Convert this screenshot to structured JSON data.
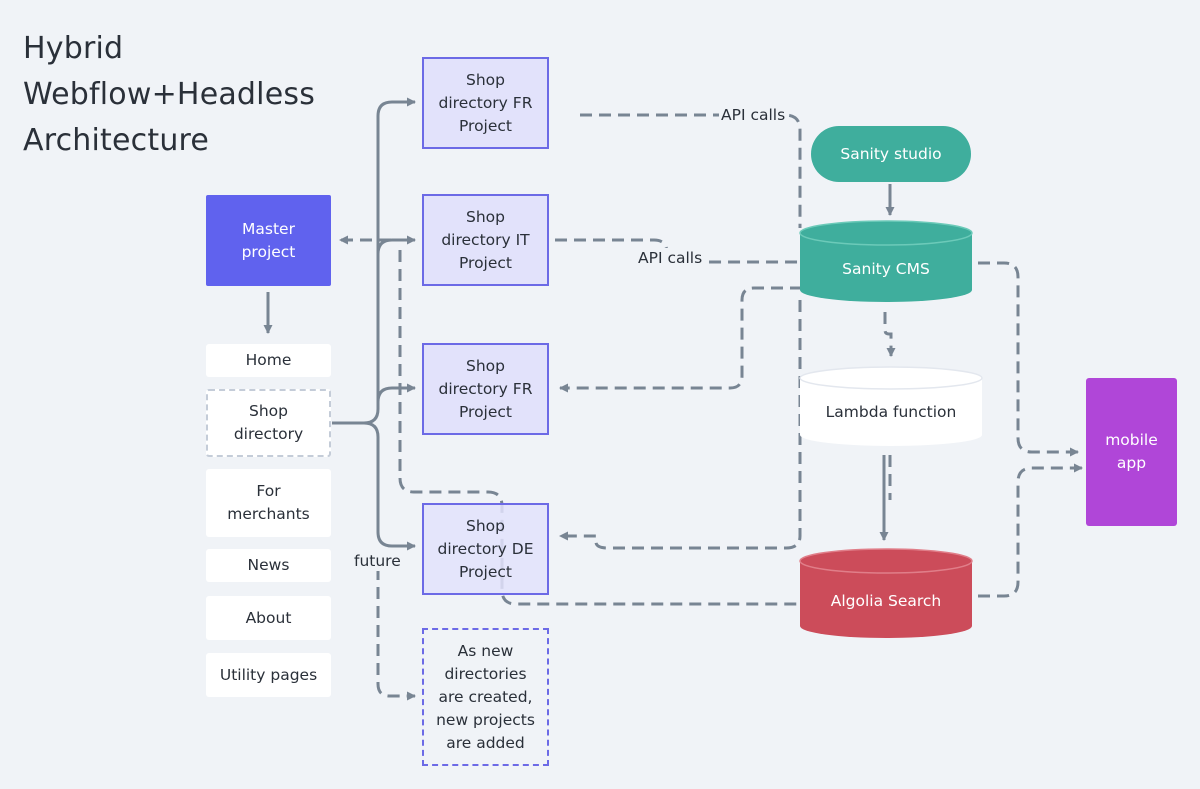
{
  "title_lines": [
    "Hybrid",
    "Webflow+Headless",
    "Architecture"
  ],
  "master": "Master\nproject",
  "pages": [
    "Home",
    "Shop\ndirectory",
    "For\nmerchants",
    "News",
    "About",
    "Utility pages"
  ],
  "projects": [
    "Shop\ndirectory FR\nProject",
    "Shop\ndirectory IT\nProject",
    "Shop\ndirectory FR\nProject",
    "Shop\ndirectory DE\nProject"
  ],
  "future_box": "As new\ndirectories\nare created,\nnew projects\nare added",
  "future_label": "future",
  "api_calls_1": "API calls",
  "api_calls_2": "API calls",
  "sanity_studio": "Sanity studio",
  "sanity_cms": "Sanity CMS",
  "lambda": "Lambda function",
  "algolia": "Algolia Search",
  "mobile": "mobile\napp",
  "colors": {
    "project_fill": "#e2e2fb",
    "project_border": "#6c6ae6",
    "master": "#6062ee",
    "sanity": "#3fae9d",
    "algolia": "#cc4c5a",
    "mobile": "#b046d8",
    "connector": "#788593"
  }
}
